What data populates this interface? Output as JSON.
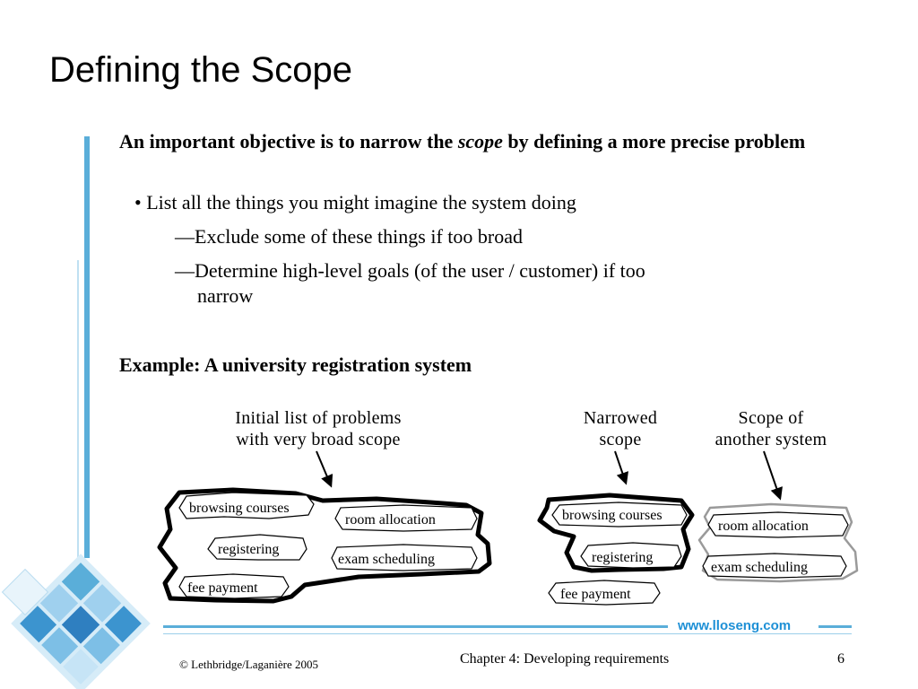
{
  "slide": {
    "title": "Defining the Scope",
    "intro_part1": "An important objective is to narrow the ",
    "intro_emph": "scope",
    "intro_part2": " by defining a more precise problem",
    "bullet_marker": "•",
    "bullet": "List all the things you might imagine the system doing",
    "sub1": "—Exclude some of these things if too broad",
    "sub2_line1": "—Determine high-level goals (of the user / customer) if too",
    "sub2_line2": "narrow",
    "example": "Example: A university registration system"
  },
  "diagram": {
    "captions": {
      "initial_line1": "Initial list of problems",
      "initial_line2": "with very broad scope",
      "narrowed_line1": "Narrowed",
      "narrowed_line2": "scope",
      "another_line1": "Scope of",
      "another_line2": "another system"
    },
    "left_items": {
      "browsing": "browsing courses",
      "room": "room allocation",
      "registering": "registering",
      "exam": "exam scheduling",
      "fee": "fee payment"
    },
    "middle_items": {
      "browsing": "browsing courses",
      "registering": "registering",
      "fee": "fee payment"
    },
    "right_items": {
      "room": "room allocation",
      "exam": "exam scheduling"
    }
  },
  "footer": {
    "copyright": "© Lethbridge/Laganière 2005",
    "chapter": "Chapter 4: Developing requirements",
    "page": "6",
    "url": "www.lloseng.com"
  },
  "colors": {
    "accent": "#5aaed9",
    "url": "#1e90d6",
    "gray_outline": "#9a9a9a"
  }
}
